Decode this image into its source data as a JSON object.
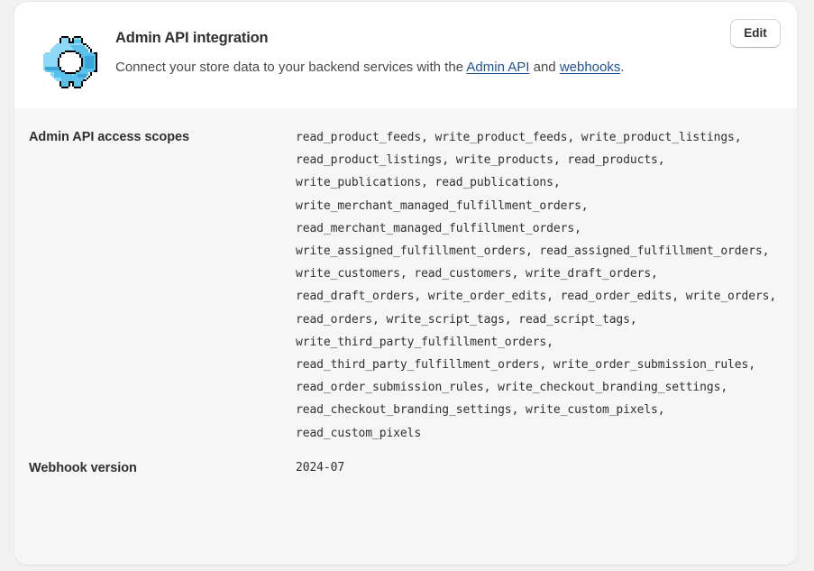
{
  "card": {
    "icon_name": "gear-icon",
    "icon_colors": {
      "outline": "#000000",
      "fill_light": "#8ed8f8",
      "fill_mid": "#5bc0ea",
      "fill_dark": "#3aa6d8",
      "hole": "#ffffff"
    },
    "header": {
      "title": "Admin API integration",
      "description_part1": "Connect your store data to your backend services with the ",
      "link_admin_api": "Admin API",
      "description_part2": " and ",
      "link_webhooks": "webhooks",
      "description_part3": ".",
      "edit_label": "Edit"
    },
    "details": [
      {
        "label": "Admin API access scopes",
        "value": "read_product_feeds, write_product_feeds, write_product_listings, read_product_listings, write_products, read_products, write_publications, read_publications, write_merchant_managed_fulfillment_orders, read_merchant_managed_fulfillment_orders, write_assigned_fulfillment_orders, read_assigned_fulfillment_orders, write_customers, read_customers, write_draft_orders, read_draft_orders, write_order_edits, read_order_edits, write_orders, read_orders, write_script_tags, read_script_tags, write_third_party_fulfillment_orders, read_third_party_fulfillment_orders, write_order_submission_rules, read_order_submission_rules, write_checkout_branding_settings, read_checkout_branding_settings, write_custom_pixels, read_custom_pixels"
      },
      {
        "label": "Webhook version",
        "value": "2024-07"
      }
    ]
  },
  "colors": {
    "page_background": "#f1f1f1",
    "card_background": "#ffffff",
    "body_background": "#f6f6f6",
    "text_primary": "#303030",
    "text_secondary": "#4a4a4a",
    "link": "#1f5199",
    "border": "#d2d2d2"
  }
}
